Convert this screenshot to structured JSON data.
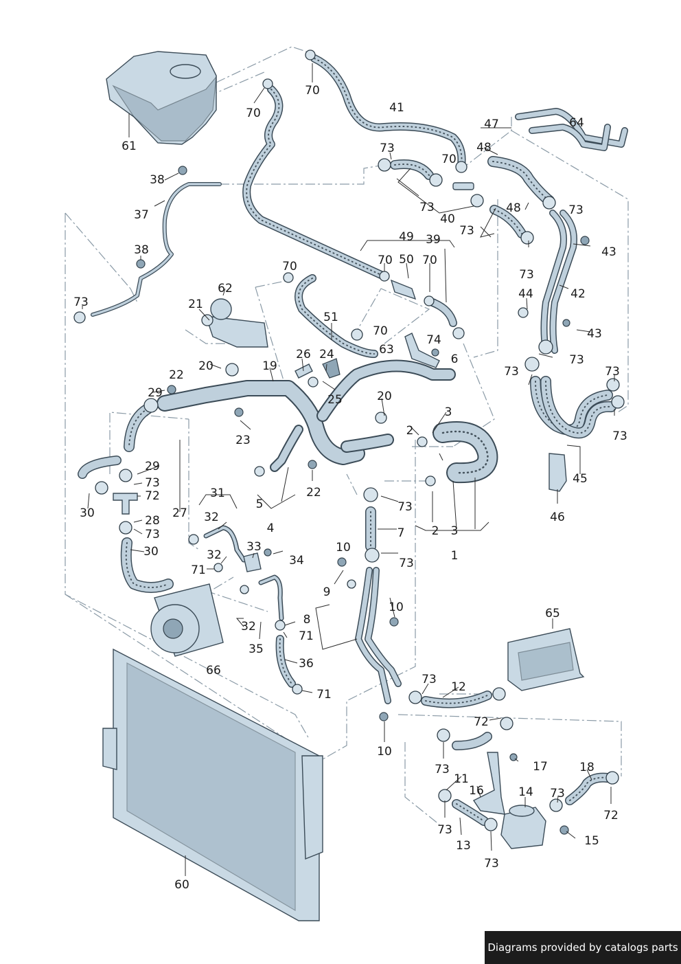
{
  "credit": "Diagrams provided by catalogs parts",
  "labels": [
    "1",
    "2",
    "3",
    "4",
    "5",
    "6",
    "7",
    "8",
    "9",
    "10",
    "11",
    "12",
    "13",
    "14",
    "15",
    "16",
    "17",
    "18",
    "19",
    "20",
    "21",
    "22",
    "23",
    "24",
    "25",
    "26",
    "27",
    "28",
    "29",
    "30",
    "31",
    "32",
    "33",
    "34",
    "35",
    "36",
    "37",
    "38",
    "39",
    "40",
    "41",
    "42",
    "43",
    "44",
    "45",
    "46",
    "47",
    "48",
    "49",
    "50",
    "51",
    "60",
    "61",
    "62",
    "63",
    "64",
    "65",
    "66",
    "70",
    "71",
    "72",
    "73",
    "74"
  ],
  "colors": {
    "part_fill": "#c9d9e4",
    "outline": "#3b4b57",
    "dash_line": "#8a9aa6",
    "credit_bg": "#1c1c1c"
  }
}
